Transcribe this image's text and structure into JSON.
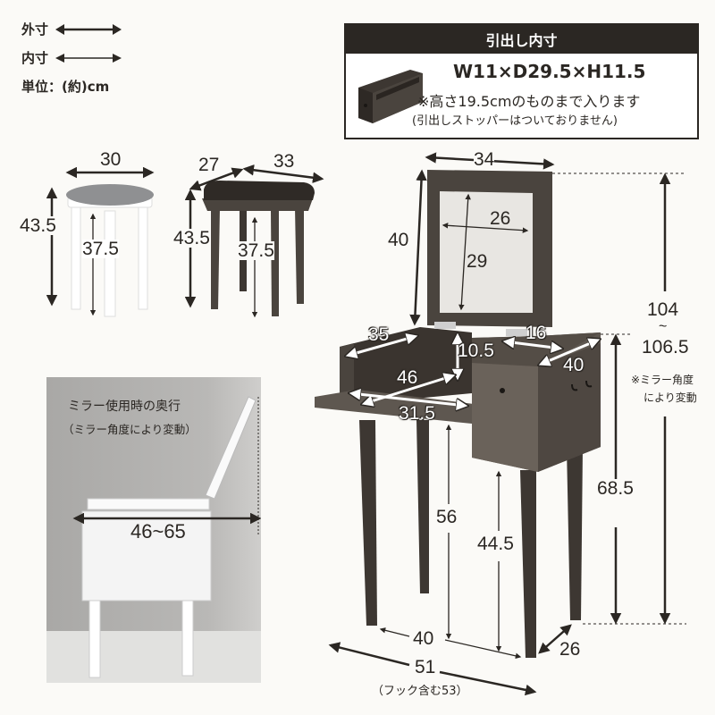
{
  "legend": {
    "outer": "外寸",
    "inner": "内寸",
    "units": "単位：(約)cm"
  },
  "drawer_info": {
    "title": "引出し内寸",
    "dimensions": "W11×D29.5×H11.5",
    "note_height": "※高さ19.5cmのものまで入ります",
    "note_stopper": "(引出しストッパーはついておりません)"
  },
  "stools": {
    "round": {
      "width": "30",
      "total_height": "43.5",
      "inner_height": "37.5"
    },
    "square": {
      "depth": "27",
      "width": "33",
      "total_height": "43.5",
      "inner_height": "37.5"
    }
  },
  "vanity": {
    "mirror_width": "34",
    "mirror_height": "40",
    "glass_width": "26",
    "glass_height": "29",
    "compartment_depth": "35",
    "compartment_height": "10.5",
    "compartment_diag": "46",
    "compartment_width": "31.5",
    "drawer_top_width": "16",
    "drawer_top_depth": "40",
    "total_height_max_line1": "104",
    "total_height_tilde": "~",
    "total_height_max_line2": "106.5",
    "mirror_note_line1": "※ミラー角度",
    "mirror_note_line2": "により変動",
    "table_height": "68.5",
    "under_desk_height": "56",
    "under_drawer_height": "44.5",
    "leg_width": "40",
    "leg_depth": "26",
    "total_width": "51",
    "total_width_note": "（フック含む53）"
  },
  "side_photo": {
    "title": "ミラー使用時の奥行",
    "subtitle": "（ミラー角度により変動）",
    "depth": "46~65"
  },
  "colors": {
    "ink": "#2b2723",
    "wood_dark": "#4a443e",
    "wood_mid": "#5e5750",
    "mirror": "#e8e6e2",
    "stool_white": "#ffffff",
    "cushion_gray": "#8f9092",
    "cushion_black": "#2f2a26"
  }
}
